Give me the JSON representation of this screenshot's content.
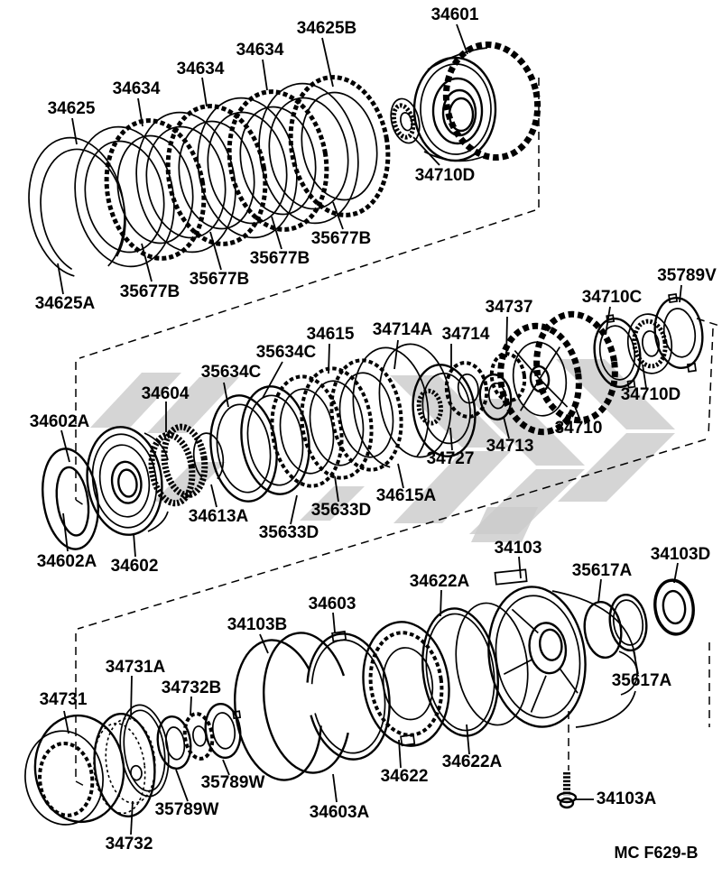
{
  "diagram": {
    "code": "MC F629-B",
    "colors": {
      "ink": "#000000",
      "background": "#ffffff",
      "watermark": "#cbcbcb"
    },
    "labels": [
      "34625",
      "34634",
      "34634",
      "34634",
      "34625B",
      "34601",
      "34710D",
      "34625A",
      "35677B",
      "35677B",
      "35677B",
      "35677B",
      "34602A",
      "34604",
      "35634C",
      "35634C",
      "34615",
      "34714A",
      "34714",
      "34737",
      "34710C",
      "35789V",
      "34710D",
      "34710",
      "34713",
      "34727",
      "34615A",
      "35633D",
      "35633D",
      "34613A",
      "34602A",
      "34602",
      "34103",
      "34103D",
      "35617A",
      "34622A",
      "34603",
      "34103B",
      "34731A",
      "35617A",
      "34732B",
      "34731",
      "34622A",
      "35789W",
      "34622",
      "34103A",
      "35789W",
      "34603A",
      "34732"
    ]
  }
}
